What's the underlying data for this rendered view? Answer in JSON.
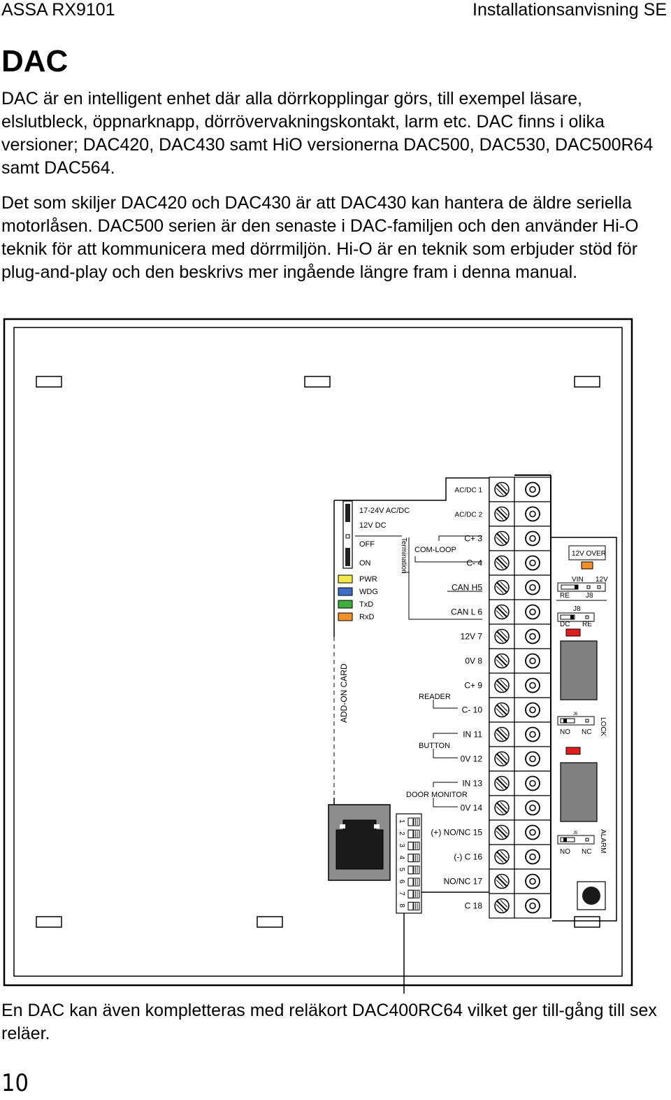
{
  "header": {
    "left": "ASSA RX9101",
    "right": "Installationsanvisning SE"
  },
  "title": "DAC",
  "paragraphs": [
    "DAC är en intelligent enhet där alla dörrkopplingar görs, till exempel läsare, elslutbleck, öppnarknapp, dörrövervakningskontakt, larm etc. DAC finns i olika versioner; DAC420, DAC430 samt HiO versionerna DAC500, DAC530, DAC500R64 samt DAC564.",
    "Det som skiljer DAC420 och DAC430 är att DAC430 kan hantera de äldre seriella motorlåsen. DAC500 serien är den senaste i DAC-familjen och den använder Hi-O teknik för att kommunicera med dörrmiljön. Hi-O är en teknik som erbjuder stöd för plug-and-play och den beskrivs mer ingående längre fram i denna manual.",
    "En DAC kan även kompletteras med reläkort DAC400RC64 vilket ger till-gång till sex reläer."
  ],
  "page_number": "10",
  "diagram": {
    "power_labels": [
      "17-24V AC/DC",
      "12V DC",
      "OFF",
      "ON"
    ],
    "termination": "Termination",
    "com_loop": "COM-LOOP",
    "leds": [
      {
        "label": "PWR",
        "color": "#f2ea4a"
      },
      {
        "label": "WDG",
        "color": "#3d6fc6"
      },
      {
        "label": "TxD",
        "color": "#3fae3f"
      },
      {
        "label": "RxD",
        "color": "#f0902a"
      }
    ],
    "addon_card": "ADD-ON CARD",
    "group_labels": {
      "reader": "READER",
      "button": "BUTTON",
      "door_monitor": "DOOR MONITOR"
    },
    "terminals": [
      "AC/DC 1",
      "AC/DC 2",
      "C+ 3",
      "C- 4",
      "CAN H5",
      "CAN L 6",
      "12V 7",
      "0V 8",
      "C+ 9",
      "C- 10",
      "IN 11",
      "0V 12",
      "IN 13",
      "0V 14",
      "(+) NO/NC 15",
      "(-) C 16",
      "NO/NC 17",
      "C 18"
    ],
    "dip_numbers": [
      "1",
      "2",
      "3",
      "4",
      "5",
      "6",
      "7",
      "8"
    ],
    "right_panel": {
      "over_12v": "12V OVER",
      "vin": "VIN",
      "v12": "12V",
      "re_top": "RE",
      "j8_top": "J8",
      "j8": "J8",
      "dc": "DC",
      "re": "RE",
      "lock": "LOCK",
      "lock_no": "NO",
      "lock_nc": "NC",
      "lock_jumper": "J6",
      "alarm": "ALARM",
      "alarm_no": "NO",
      "alarm_nc": "NC",
      "alarm_jumper": "J5"
    },
    "colors": {
      "led_red": "#e02020",
      "led_orange": "#f0902a",
      "rj45": "#8d8d8d"
    }
  }
}
